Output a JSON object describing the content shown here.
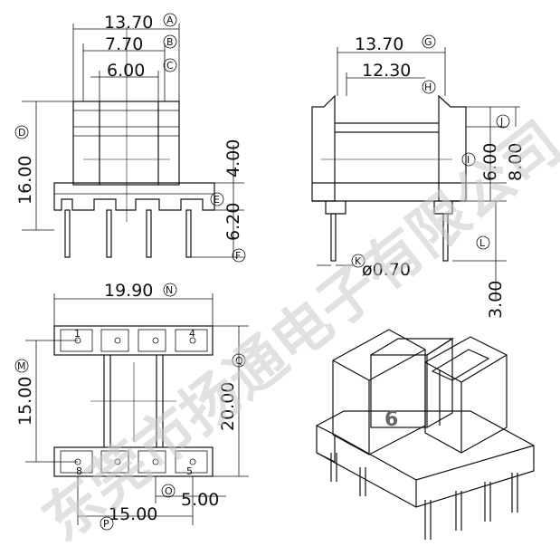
{
  "dimensions": {
    "A": "13.70",
    "B": "7.70",
    "C": "6.00",
    "D": "16.00",
    "E": "4.00",
    "F": "6.20",
    "G": "13.70",
    "H": "12.30",
    "I": "6.00",
    "J": "8.00",
    "K": "ø0.70",
    "L": "3.00",
    "N": "19.90",
    "M": "15.00",
    "Q": "20.00",
    "O": "5.00",
    "P": "15.00"
  },
  "markers": [
    "A",
    "B",
    "C",
    "D",
    "E",
    "F",
    "G",
    "H",
    "I",
    "J",
    "K",
    "L",
    "M",
    "N",
    "O",
    "P",
    "Q"
  ],
  "pins": {
    "p1": "1",
    "p4": "4",
    "p8": "8",
    "p5": "5"
  },
  "model_number": "6",
  "watermark": "东莞市扬通电子有限公司",
  "colors": {
    "line": "#111111",
    "watermark": "#c9c9c9",
    "background": "#ffffff"
  }
}
